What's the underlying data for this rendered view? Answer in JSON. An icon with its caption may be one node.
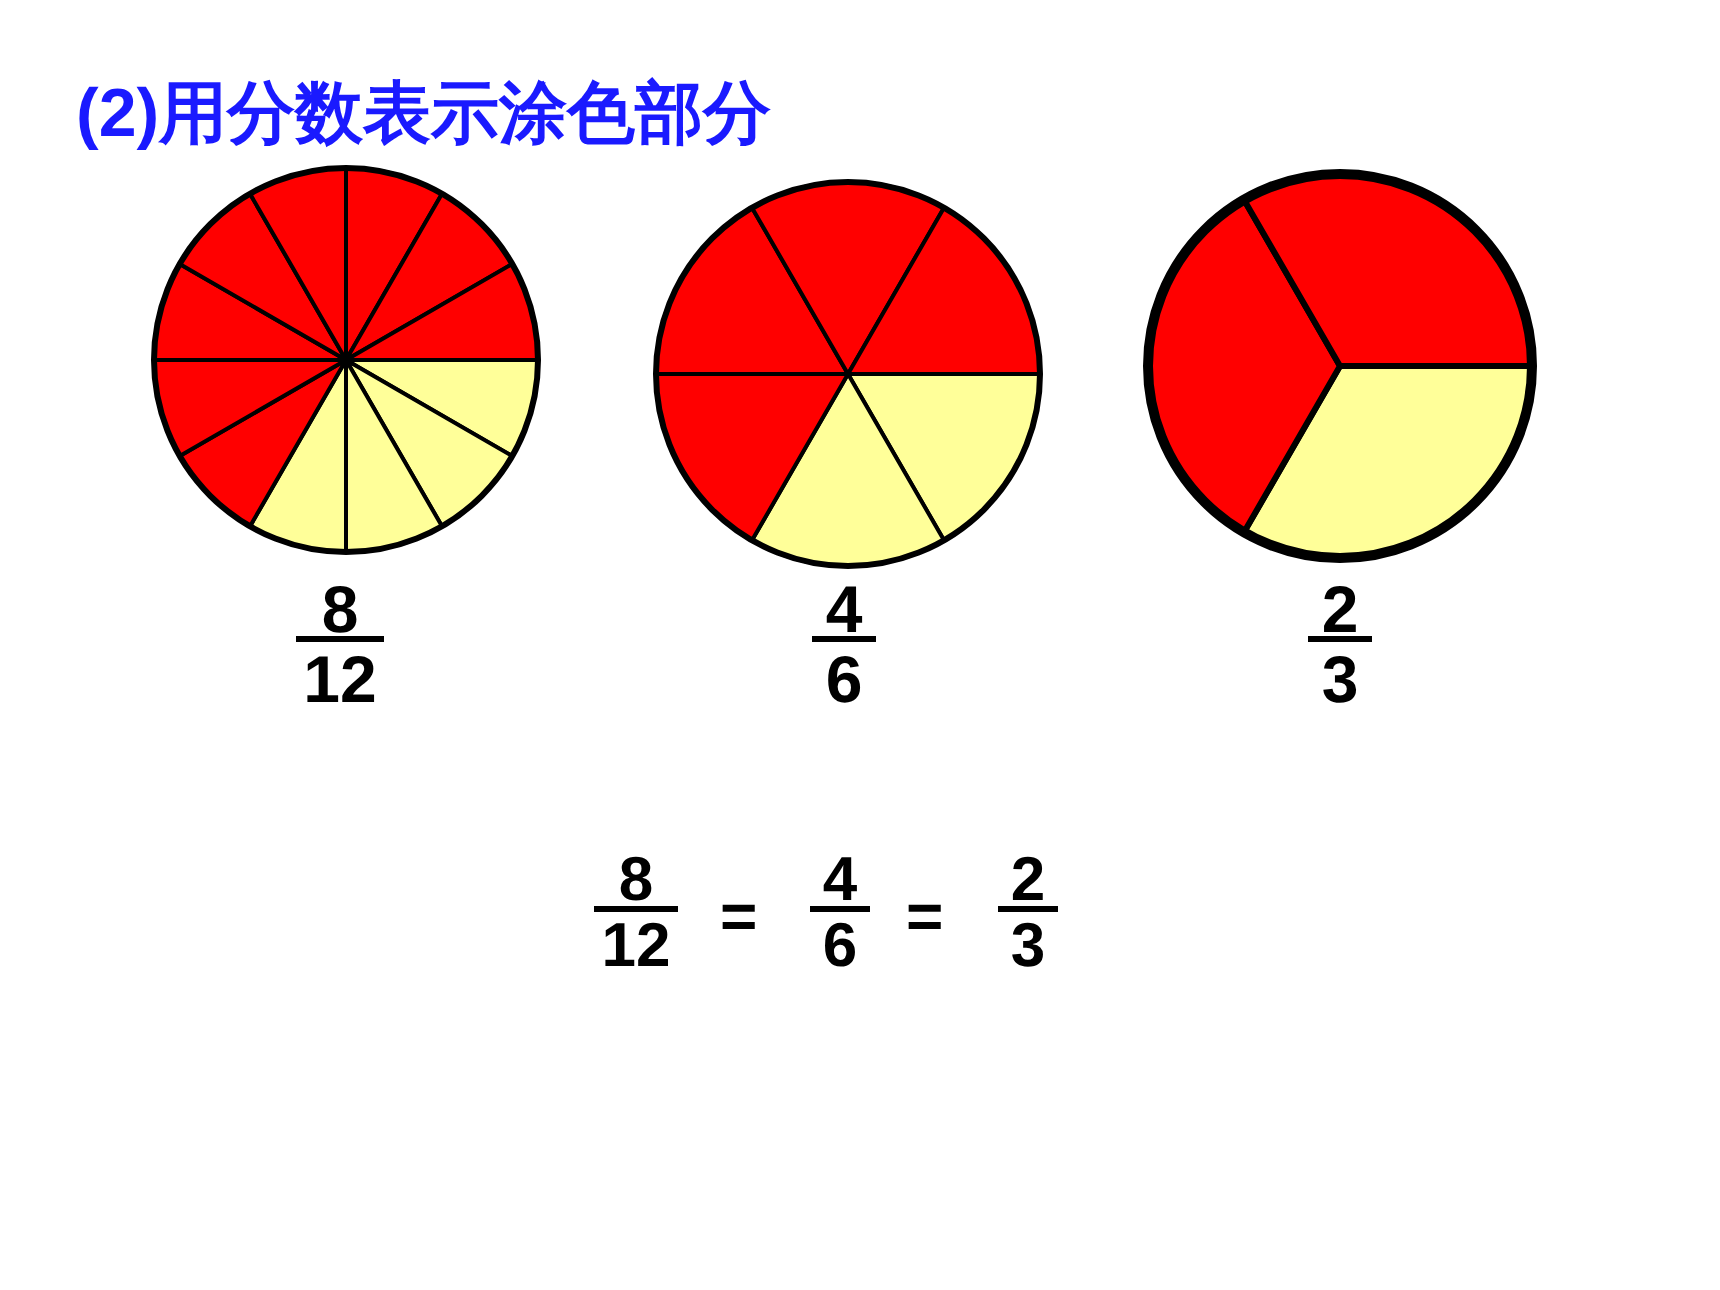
{
  "diagram": {
    "title": "(2)用分数表示涂色部分",
    "nodes": [
      {
        "text": [],
        "shape": "circle",
        "beside": [
          "8",
          "12"
        ]
      },
      {
        "text": [],
        "shape": "circle",
        "beside": [
          "4",
          "6"
        ]
      },
      {
        "text": [],
        "shape": "circle",
        "beside": [
          "2",
          "3"
        ]
      }
    ],
    "labels": [
      "8",
      "12",
      "=",
      "4",
      "6",
      "=",
      "2",
      "3"
    ]
  }
}
